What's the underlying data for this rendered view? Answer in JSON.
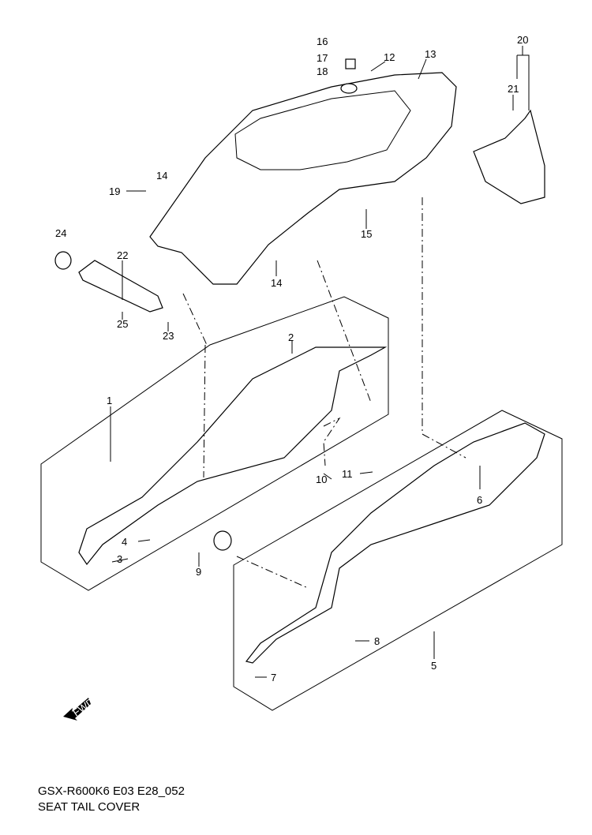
{
  "diagram": {
    "model_code": "GSX-R600K6 E03 E28_052",
    "title": "SEAT TAIL COVER",
    "fwd_label": "FWD",
    "callouts": {
      "c1": "1",
      "c2": "2",
      "c3": "3",
      "c4": "4",
      "c5": "5",
      "c6": "6",
      "c7": "7",
      "c8": "8",
      "c9": "9",
      "c10": "10",
      "c11": "11",
      "c12": "12",
      "c13": "13",
      "c14a": "14",
      "c14b": "14",
      "c15": "15",
      "c16": "16",
      "c17": "17",
      "c18": "18",
      "c19": "19",
      "c20": "20",
      "c21": "21",
      "c22": "22",
      "c23": "23",
      "c24": "24",
      "c25": "25"
    }
  }
}
